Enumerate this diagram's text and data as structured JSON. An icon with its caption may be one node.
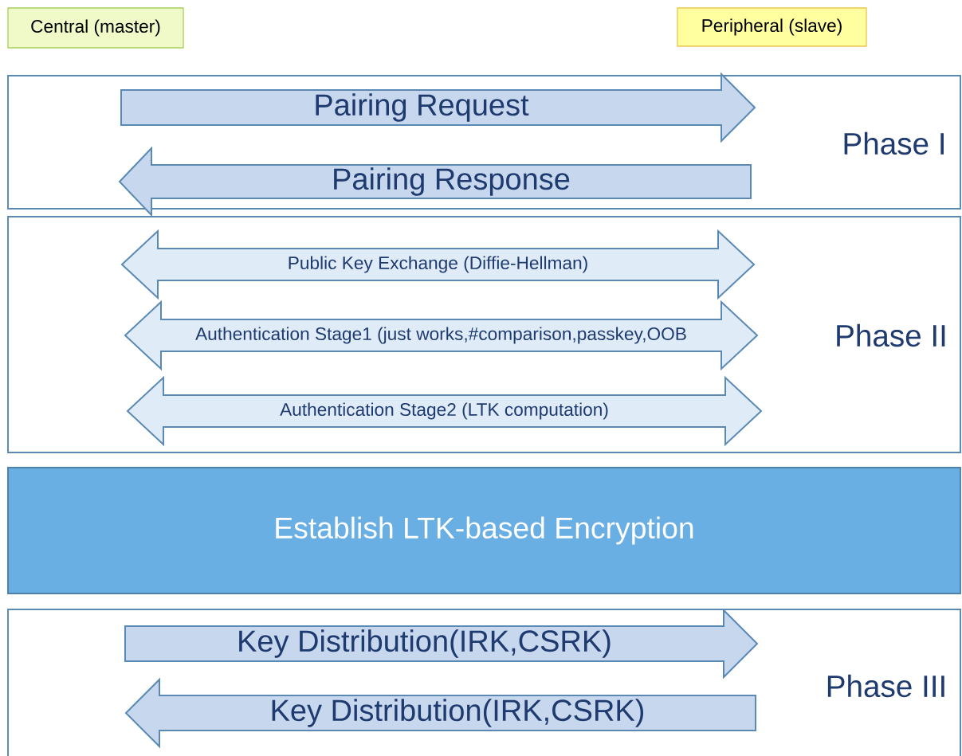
{
  "diagram": {
    "nodes": [
      {
        "text": [
          "Central (master)"
        ]
      },
      {
        "text": [
          "Peripheral (slave)"
        ]
      },
      {
        "text": [
          "Phase I"
        ]
      },
      {
        "text": [
          "Pairing Request"
        ],
        "in": 2
      },
      {
        "text": [
          "Pairing Response"
        ],
        "in": 2
      },
      {
        "text": [
          "Phase II"
        ]
      },
      {
        "text": [
          "Public Key Exchange (Diffie-Hellman)"
        ],
        "in": 5
      },
      {
        "text": [
          "Authentication Stage1 (just works,#comparison,passkey,OOB"
        ],
        "in": 5
      },
      {
        "text": [
          "Authentication Stage2 (LTK computation)"
        ],
        "in": 5
      },
      {
        "text": [
          "Establish LTK-based Encryption"
        ]
      },
      {
        "text": [
          "Phase III"
        ]
      },
      {
        "text": [
          "Key Distribution(IRK,CSRK)"
        ],
        "in": 10
      },
      {
        "text": [
          "Key Distribution(IRK,CSRK)"
        ],
        "in": 10
      }
    ]
  }
}
